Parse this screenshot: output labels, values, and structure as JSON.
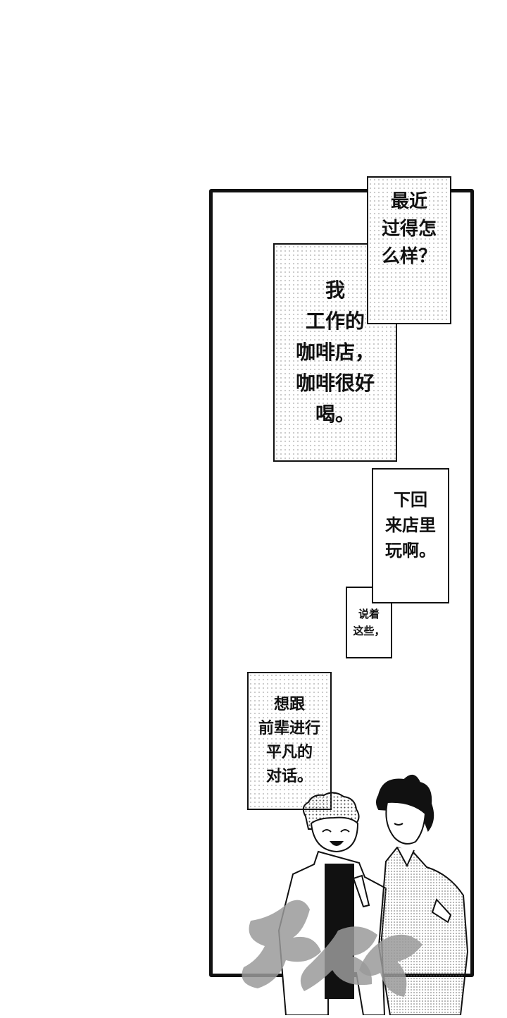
{
  "bubbles": [
    {
      "text": "最近\n过得怎\n么样？"
    },
    {
      "text": "我\n工作的\n咖啡店，\n咖啡很好\n喝。"
    },
    {
      "text": "下回\n来店里\n玩啊。"
    },
    {
      "text": "说着\n这些，"
    },
    {
      "text": "想跟\n前辈进行\n平凡的\n对话。"
    }
  ],
  "icons": {
    "characters": "two-characters-illustration",
    "watermark": "watermark-logo"
  },
  "colors": {
    "ink": "#111111",
    "paper": "#ffffff",
    "screentone": "#c9c9c9"
  }
}
